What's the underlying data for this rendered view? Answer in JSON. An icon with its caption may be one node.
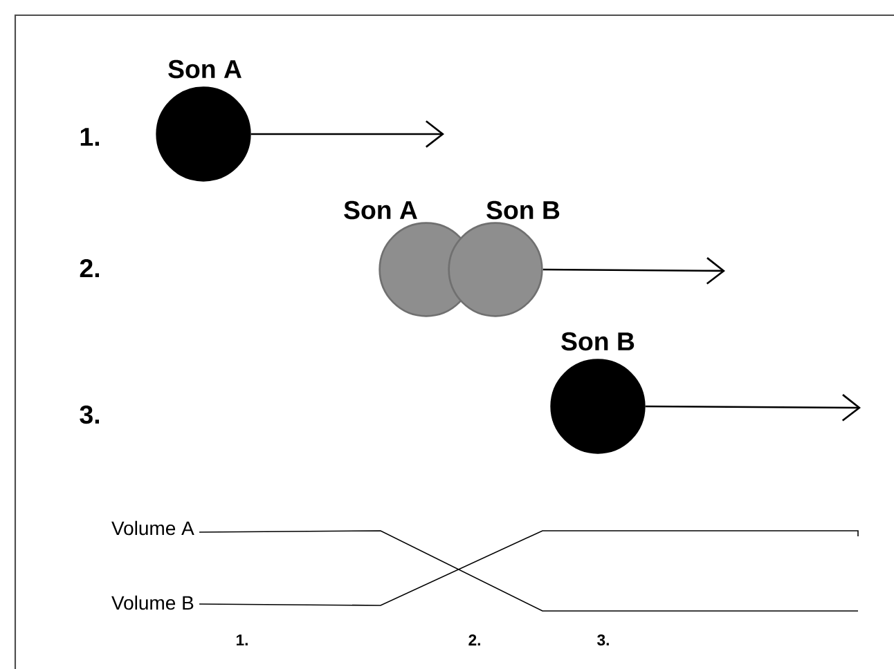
{
  "diagram": {
    "nodes": [
      {
        "text": [
          "Son A"
        ]
      },
      {
        "text": [
          "Son A"
        ]
      },
      {
        "text": [
          "Son B"
        ]
      },
      {
        "text": [
          "Son B"
        ]
      }
    ],
    "edges": [
      {
        "from": 0,
        "to": null,
        "arrow": "to"
      },
      {
        "from": 2,
        "to": null,
        "arrow": "to"
      },
      {
        "from": 3,
        "to": null,
        "arrow": "to"
      }
    ],
    "labels": [
      "1.",
      "2.",
      "3.",
      "Volume A",
      "Volume B",
      "1.",
      "2.",
      "3."
    ]
  }
}
